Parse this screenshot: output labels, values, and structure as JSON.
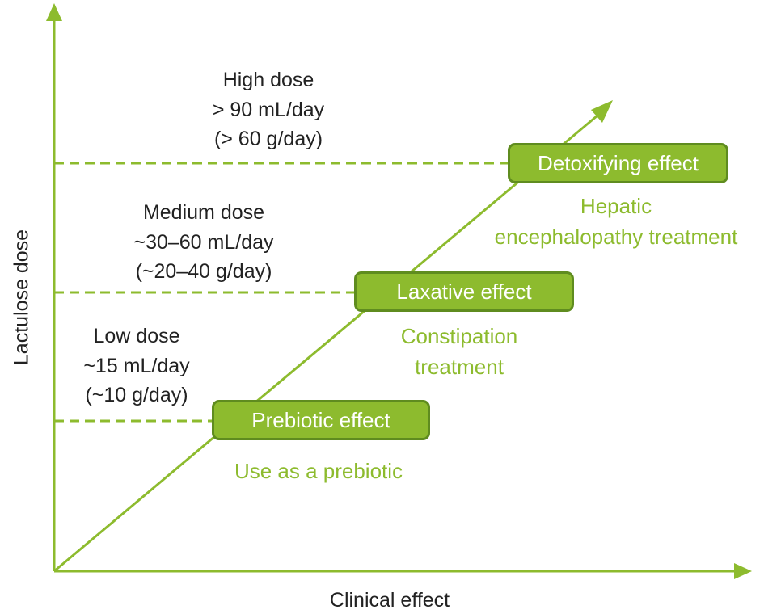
{
  "axes": {
    "y_label": "Lactulose dose",
    "x_label": "Clinical effect"
  },
  "colors": {
    "accent_green": "#8dbb2e",
    "box_border": "#5f8c1f",
    "text_dark": "#222222"
  },
  "doses": [
    {
      "name": "High dose",
      "volume": "> 90 mL/day",
      "mass": "(> 60 g/day)"
    },
    {
      "name": "Medium dose",
      "volume": "~30–60 mL/day",
      "mass": "(~20–40 g/day)"
    },
    {
      "name": "Low dose",
      "volume": "~15 mL/day",
      "mass": "(~10 g/day)"
    }
  ],
  "effects": [
    {
      "label": "Detoxifying effect",
      "treatment": [
        "Hepatic",
        "encephalopathy treatment"
      ]
    },
    {
      "label": "Laxative effect",
      "treatment": [
        "Constipation",
        "treatment"
      ]
    },
    {
      "label": "Prebiotic effect",
      "treatment": [
        "Use as a prebiotic"
      ]
    }
  ]
}
